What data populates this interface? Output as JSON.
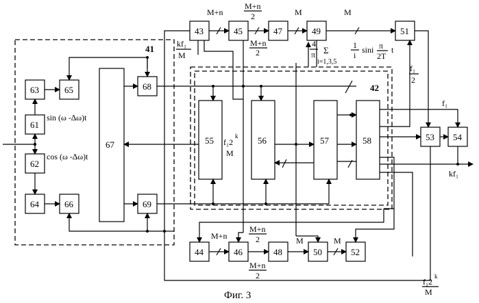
{
  "caption": "Фиг. 3",
  "groups": {
    "g41": "41",
    "g42": "42"
  },
  "blocks": {
    "b43": "43",
    "b45": "45",
    "b47": "47",
    "b49": "49",
    "b51": "51",
    "b63": "63",
    "b65": "65",
    "b61": "61",
    "b62": "62",
    "b64": "64",
    "b66": "66",
    "b67": "67",
    "b68": "68",
    "b69": "69",
    "b55": "55",
    "b56": "56",
    "b57": "57",
    "b58": "58",
    "b53": "53",
    "b54": "54",
    "b44": "44",
    "b46": "46",
    "b48": "48",
    "b50": "50",
    "b52": "52"
  },
  "labels": {
    "top_mn": "M+n",
    "top_frac_num": "M+n",
    "top_frac_den": "2",
    "top_m1": "M",
    "top_m2": "M",
    "top_frac2_num": "M+n",
    "top_frac2_den": "2",
    "kf1_num": "kf₁",
    "kf1_den": "M",
    "sum_frac_num": "4",
    "sum_frac_den": "π",
    "sum_sigma": "Σ",
    "sum_index": "i=1,3,5",
    "sum_one_num": "1",
    "sum_one_den": "i",
    "sum_sin": "sini",
    "sum_pi": "π",
    "sum_2t": "2T",
    "sum_t": "t",
    "sin_label": "sin (ω -∆ω)t",
    "cos_label": "cos (ω -∆ω)t",
    "f1_half_num": "f₁",
    "f1_half_den": "2",
    "f1_out": "f₁",
    "kf1_out": "kf₁",
    "f1_2k_inner": "f₁2",
    "f1_2k_inner_exp": "k",
    "f1_2k_inner_den": "M",
    "bot_mn": "M+n",
    "bot_frac_num": "M+n",
    "bot_frac_den": "2",
    "bot_m1": "M",
    "bot_m2": "M",
    "bot_frac2_num": "M+n",
    "bot_frac2_den": "2",
    "f1_2k_bottom": "f₁2",
    "f1_2k_bottom_exp": "k",
    "f1_2k_bottom_den": "M"
  }
}
